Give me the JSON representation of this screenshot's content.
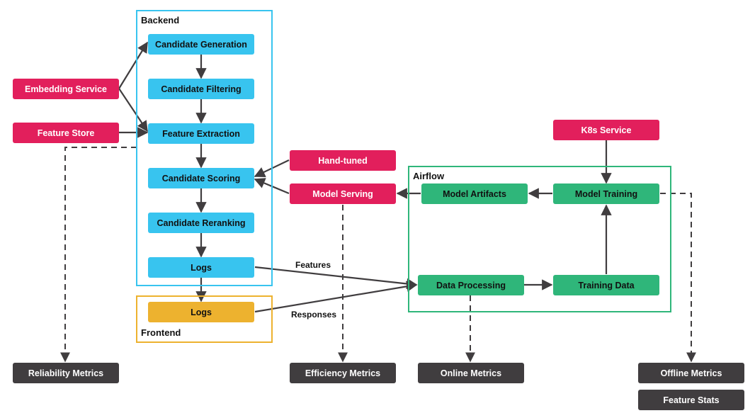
{
  "groups": {
    "backend": "Backend",
    "frontend": "Frontend",
    "airflow": "Airflow"
  },
  "nodes": {
    "candidate_generation": "Candidate Generation",
    "candidate_filtering": "Candidate Filtering",
    "feature_extraction": "Feature Extraction",
    "candidate_scoring": "Candidate Scoring",
    "candidate_reranking": "Candidate Reranking",
    "backend_logs": "Logs",
    "frontend_logs": "Logs",
    "embedding_service": "Embedding Service",
    "feature_store": "Feature Store",
    "hand_tuned": "Hand-tuned",
    "model_serving": "Model Serving",
    "k8s_service": "K8s Service",
    "model_artifacts": "Model Artifacts",
    "model_training": "Model Training",
    "data_processing": "Data Processing",
    "training_data": "Training Data",
    "reliability_metrics": "Reliability Metrics",
    "efficiency_metrics": "Efficiency Metrics",
    "online_metrics": "Online Metrics",
    "offline_metrics": "Offline Metrics",
    "feature_stats": "Feature Stats"
  },
  "edge_labels": {
    "features": "Features",
    "responses": "Responses"
  },
  "colors": {
    "backend_border": "#38c4ef",
    "frontend_border": "#edb22f",
    "airflow_border": "#2fb67a",
    "arrow": "#403d3f"
  }
}
